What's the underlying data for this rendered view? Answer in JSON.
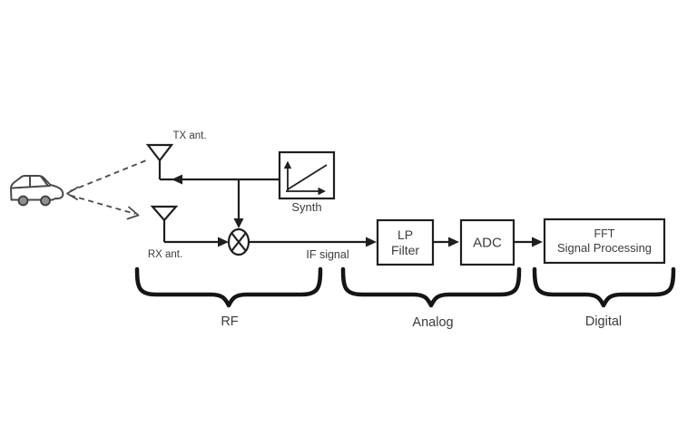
{
  "diagram": {
    "type": "fmcw-radar-block-diagram",
    "background": "#ffffff",
    "stroke_color": "#1f1f1f",
    "text_color": "#3b3b3b",
    "nodes": {
      "tx_antenna": {
        "label": "TX ant."
      },
      "rx_antenna": {
        "label": "RX ant."
      },
      "synth": {
        "label": "Synth"
      },
      "if_signal": {
        "label": "IF signal"
      },
      "lp_filter": {
        "line1": "LP",
        "line2": "Filter"
      },
      "adc": {
        "label": "ADC"
      },
      "fft": {
        "line1": "FFT",
        "line2": "Signal Processing"
      }
    },
    "sections": {
      "rf": {
        "label": "RF"
      },
      "analog": {
        "label": "Analog"
      },
      "digital": {
        "label": "Digital"
      }
    },
    "icons": {
      "target": "car-side-icon",
      "tx_antenna": "antenna-triangle-icon",
      "rx_antenna": "antenna-triangle-icon",
      "mixer": "mixer-circle-x-icon",
      "synth_graph": "chirp-ramp-icon",
      "beams": "dashed-radar-beam-arrows"
    }
  }
}
